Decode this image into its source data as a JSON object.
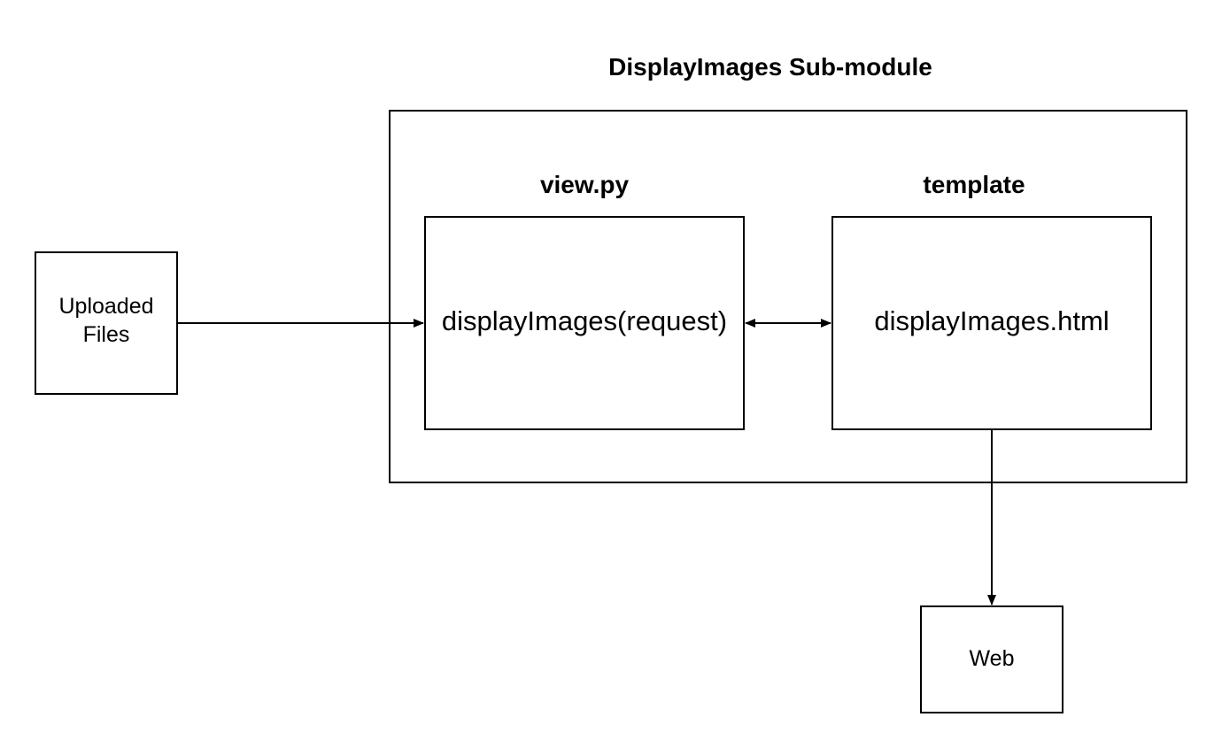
{
  "diagram": {
    "module_title": "DisplayImages Sub-module",
    "view_heading": "view.py",
    "template_heading": "template",
    "nodes": {
      "uploaded_files": {
        "line1": "Uploaded",
        "line2": "Files"
      },
      "view_function": {
        "label": "displayImages(request)"
      },
      "template_file": {
        "label": "displayImages.html"
      },
      "web": {
        "label": "Web"
      }
    },
    "edges": [
      {
        "from": "Uploaded Files",
        "to": "displayImages(request)",
        "direction": "forward"
      },
      {
        "from": "displayImages(request)",
        "to": "displayImages.html",
        "direction": "both"
      },
      {
        "from": "displayImages.html",
        "to": "Web",
        "direction": "forward"
      }
    ],
    "colors": {
      "stroke": "#000000",
      "background": "#ffffff"
    }
  }
}
